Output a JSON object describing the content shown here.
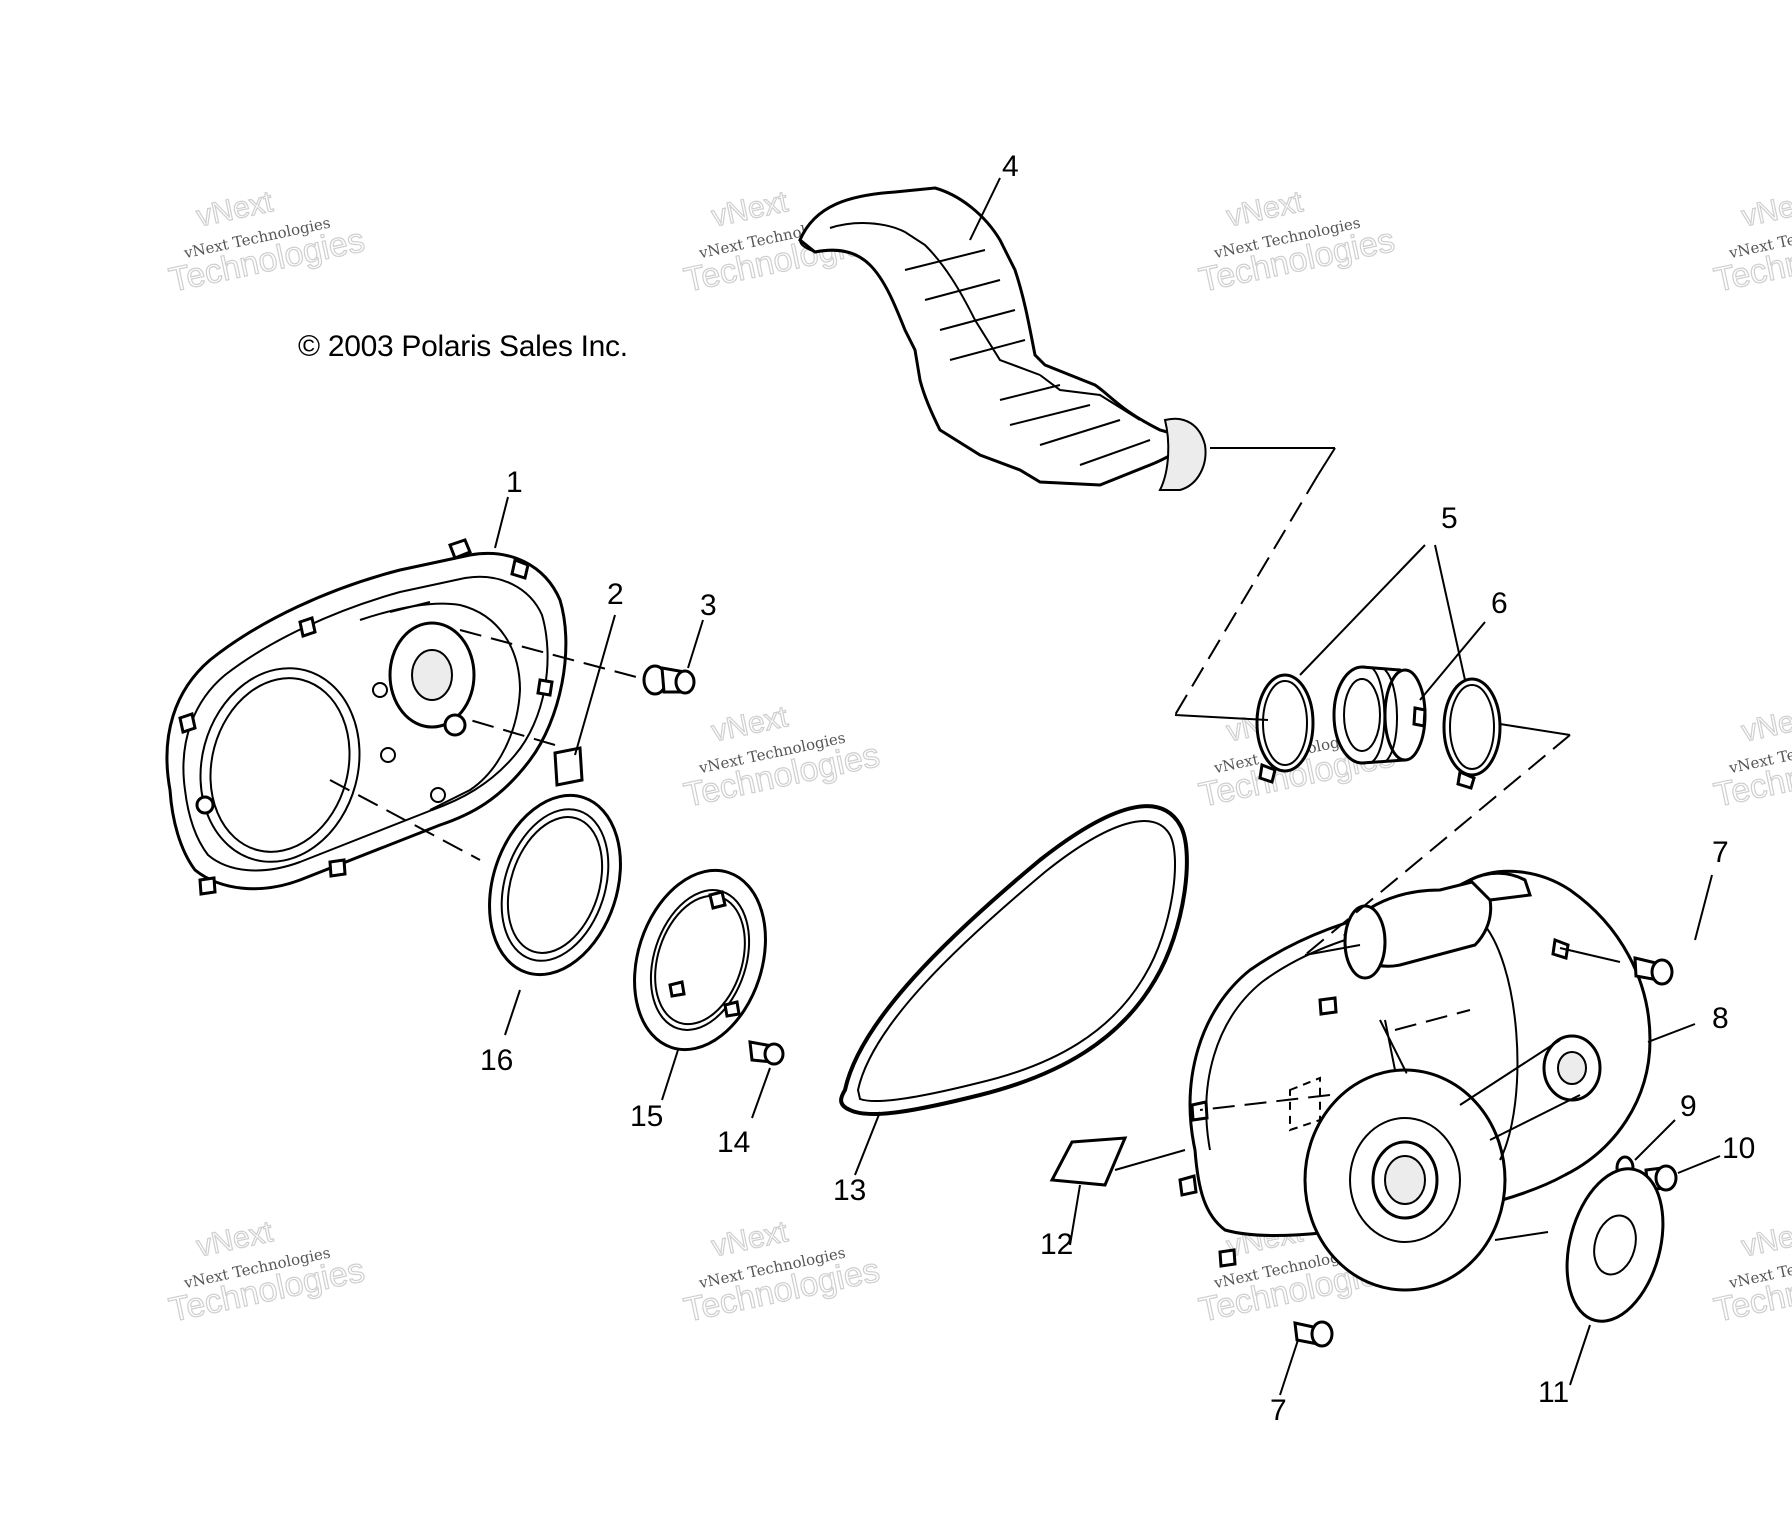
{
  "copyright": "© 2003 Polaris Sales Inc.",
  "watermark": {
    "line1": "vNext",
    "line2": "vNext Technologies",
    "line3": "Technologies"
  },
  "callouts": [
    {
      "id": "1",
      "text": "1"
    },
    {
      "id": "2",
      "text": "2"
    },
    {
      "id": "3",
      "text": "3"
    },
    {
      "id": "4",
      "text": "4"
    },
    {
      "id": "5",
      "text": "5"
    },
    {
      "id": "6",
      "text": "6"
    },
    {
      "id": "7a",
      "text": "7"
    },
    {
      "id": "7b",
      "text": "7"
    },
    {
      "id": "8",
      "text": "8"
    },
    {
      "id": "9",
      "text": "9"
    },
    {
      "id": "10",
      "text": "10"
    },
    {
      "id": "11",
      "text": "11"
    },
    {
      "id": "12",
      "text": "12"
    },
    {
      "id": "13",
      "text": "13"
    },
    {
      "id": "14",
      "text": "14"
    },
    {
      "id": "15",
      "text": "15"
    },
    {
      "id": "16",
      "text": "16"
    }
  ]
}
